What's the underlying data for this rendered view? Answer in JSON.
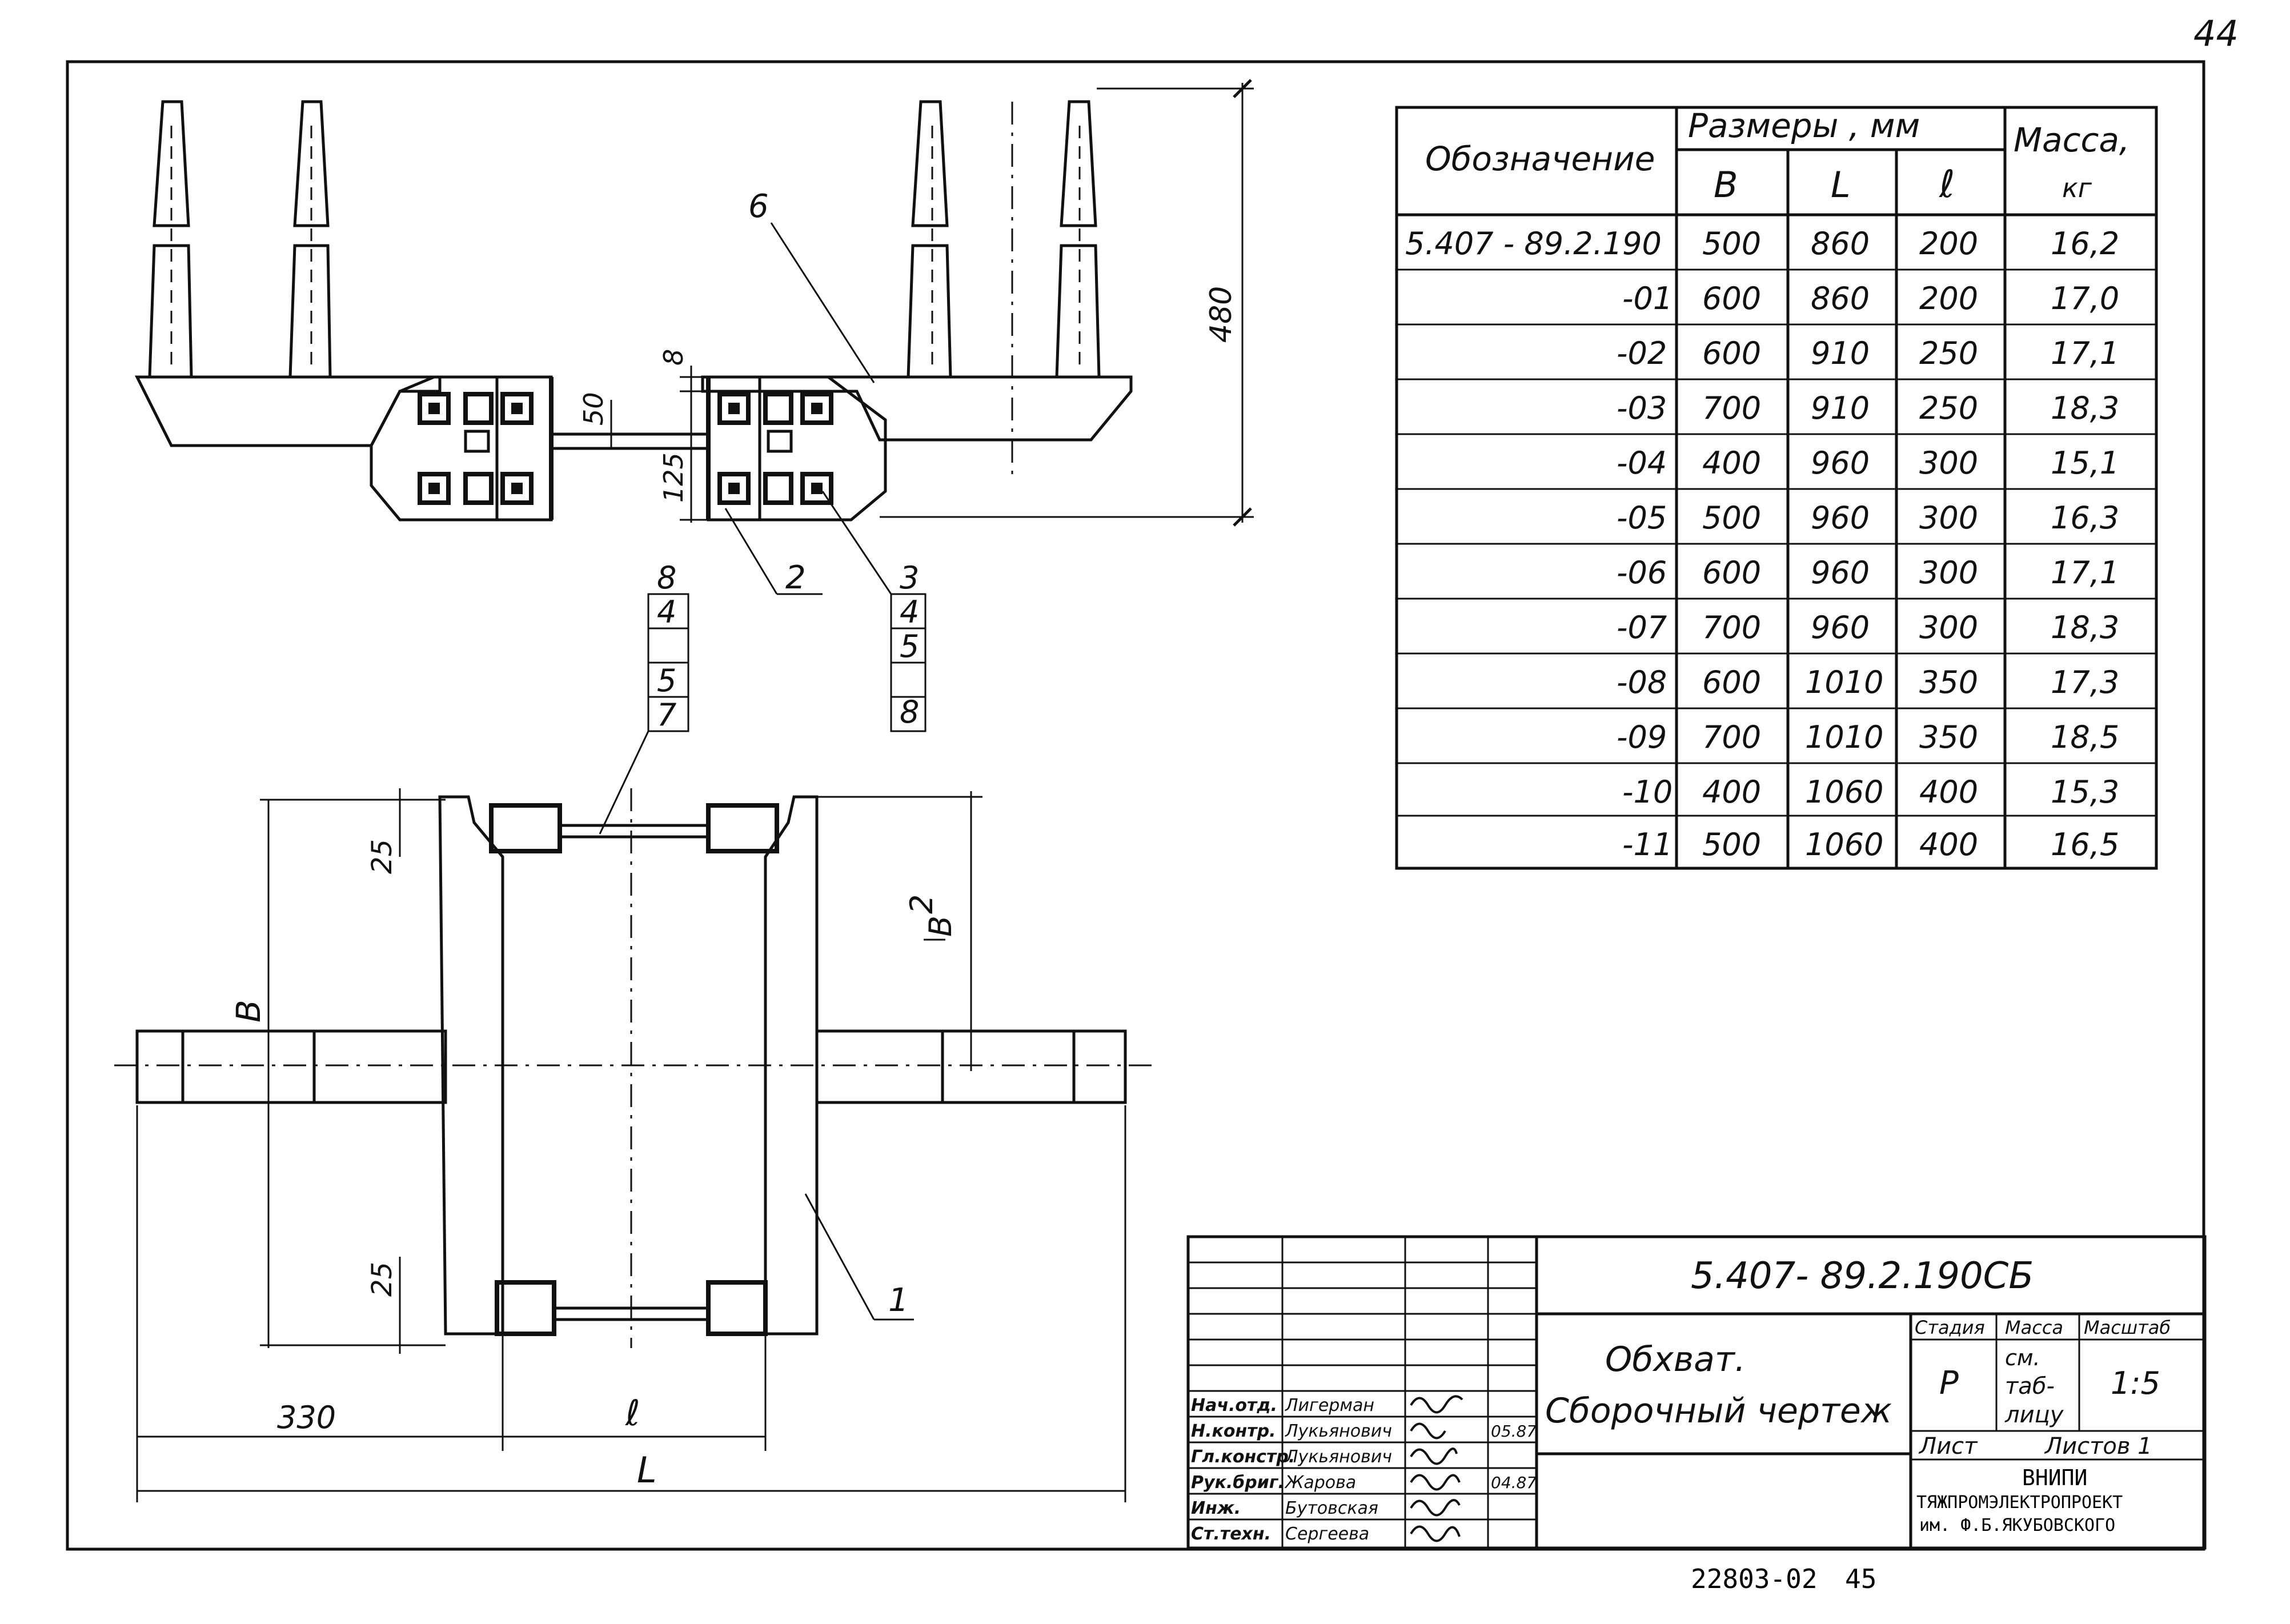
{
  "page_number": "44",
  "bottom_code": "22803-02",
  "bottom_page": "45",
  "table": {
    "header_designation": "Обозначение",
    "header_sizes": "Размеры , мм",
    "header_b": "В",
    "header_L": "L",
    "header_l": "ℓ",
    "header_mass": "Масса,",
    "header_mass_unit": "кг",
    "rows": [
      {
        "designation": "5.407 - 89.2.190",
        "B": "500",
        "L": "860",
        "l": "200",
        "mass": "16,2"
      },
      {
        "designation": "-01",
        "B": "600",
        "L": "860",
        "l": "200",
        "mass": "17,0"
      },
      {
        "designation": "-02",
        "B": "600",
        "L": "910",
        "l": "250",
        "mass": "17,1"
      },
      {
        "designation": "-03",
        "B": "700",
        "L": "910",
        "l": "250",
        "mass": "18,3"
      },
      {
        "designation": "-04",
        "B": "400",
        "L": "960",
        "l": "300",
        "mass": "15,1"
      },
      {
        "designation": "-05",
        "B": "500",
        "L": "960",
        "l": "300",
        "mass": "16,3"
      },
      {
        "designation": "-06",
        "B": "600",
        "L": "960",
        "l": "300",
        "mass": "17,1"
      },
      {
        "designation": "-07",
        "B": "700",
        "L": "960",
        "l": "300",
        "mass": "18,3"
      },
      {
        "designation": "-08",
        "B": "600",
        "L": "1010",
        "l": "350",
        "mass": "17,3"
      },
      {
        "designation": "-09",
        "B": "700",
        "L": "1010",
        "l": "350",
        "mass": "18,5"
      },
      {
        "designation": "-10",
        "B": "400",
        "L": "1060",
        "l": "400",
        "mass": "15,3"
      },
      {
        "designation": "-11",
        "B": "500",
        "L": "1060",
        "l": "400",
        "mass": "16,5"
      }
    ]
  },
  "drawing": {
    "dim_480": "480",
    "dim_8": "8",
    "dim_50": "50",
    "dim_125": "125",
    "dim_25_top": "25",
    "dim_25_bottom": "25",
    "dim_B": "В",
    "dim_B_half_num": "В",
    "dim_B_half_den": "2",
    "dim_330": "330",
    "dim_l": "ℓ",
    "dim_L": "L",
    "callout_6": "6",
    "callout_2": "2",
    "callout_1": "1",
    "stack_left": [
      "8",
      "4",
      "5",
      "7"
    ],
    "stack_right": [
      "3",
      "4",
      "5",
      "8"
    ]
  },
  "title_block": {
    "doc_code": "5.407- 89.2.190СБ",
    "title_line1": "Обхват.",
    "title_line2": "Сборочный чертеж",
    "stage_header": "Стадия",
    "mass_header": "Масса",
    "scale_header": "Масштаб",
    "stage_value": "Р",
    "mass_value_1": "см.",
    "mass_value_2": "таб-",
    "mass_value_3": "лицу",
    "scale_value": "1:5",
    "sheet_label": "Лист",
    "sheets_label": "Листов 1",
    "org_line1": "ВНИПИ",
    "org_line2": "ТЯЖПРОМЭЛЕКТРОПРОЕКТ",
    "org_line3": "им. Ф.Б.ЯКУБОВСКОГО",
    "roles": [
      {
        "role": "Нач.отд.",
        "name": "Лигерман",
        "date": ""
      },
      {
        "role": "Н.контр.",
        "name": "Лукьянович",
        "date": "05.87"
      },
      {
        "role": "Гл.констр.",
        "name": "Лукьянович",
        "date": ""
      },
      {
        "role": "Рук.бриг.",
        "name": "Жарова",
        "date": "04.87"
      },
      {
        "role": "Инж.",
        "name": "Бутовская",
        "date": ""
      },
      {
        "role": "Ст.техн.",
        "name": "Сергеева",
        "date": ""
      }
    ]
  }
}
